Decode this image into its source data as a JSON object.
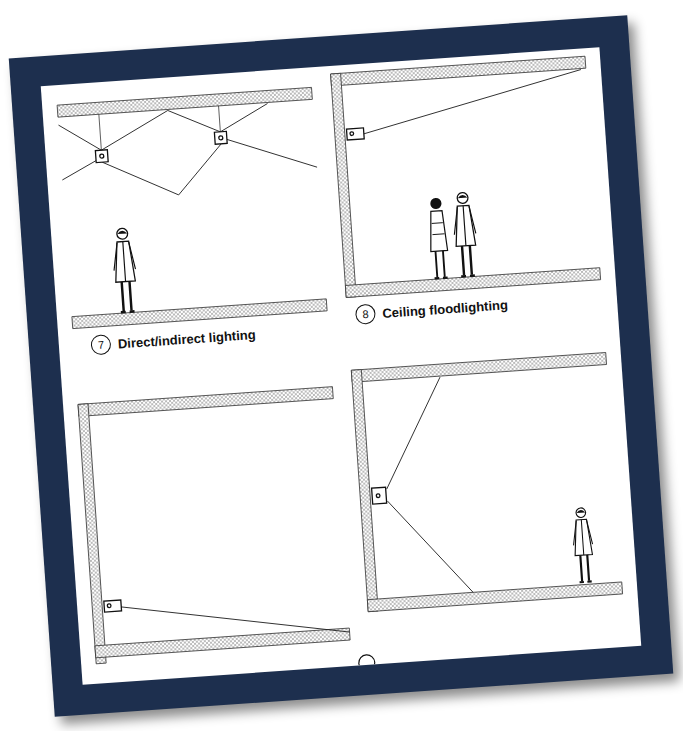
{
  "diagram": {
    "labels": [
      "7",
      "Direct/indirect lighting",
      "8",
      "Ceiling floodlighting"
    ]
  }
}
